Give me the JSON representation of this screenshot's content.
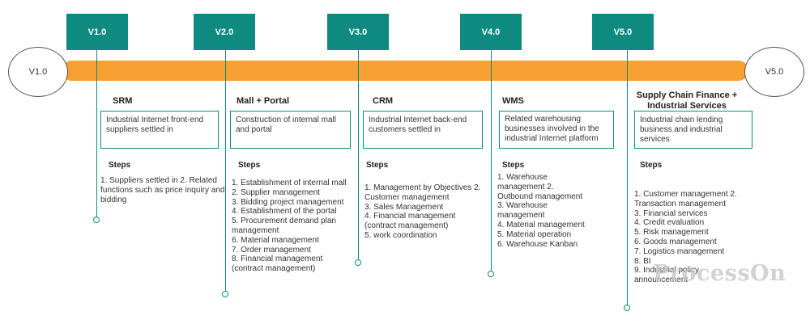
{
  "versions": [
    {
      "label": "V1.0",
      "title": "SRM",
      "description": "Industrial Internet front-end suppliers settled in",
      "steps_label": "Steps",
      "steps": [
        "1. Suppliers settled in 2. Related",
        "functions such as price inquiry and",
        "bidding"
      ]
    },
    {
      "label": "V2.0",
      "title": "Mall + Portal",
      "description": "Construction of internal mall and portal",
      "steps_label": "Steps",
      "steps": [
        "1. Establishment of internal mall",
        "2. Supplier management",
        "3. Bidding project management",
        "4. Establishment of the portal",
        "5. Procurement demand plan",
        "management",
        "6. Material management",
        "7. Order management",
        "8. Financial management",
        "(contract management)"
      ]
    },
    {
      "label": "V3.0",
      "title": "CRM",
      "description": "Industrial Internet back-end customers settled in",
      "steps_label": "Steps",
      "steps": [
        "1. Management by Objectives 2.",
        "Customer management",
        "3. Sales Management",
        "4. Financial management",
        "(contract management)",
        "5. work coordination"
      ]
    },
    {
      "label": "V4.0",
      "title": "WMS",
      "description": "Related warehousing businesses involved in the industrial Internet platform",
      "steps_label": "Steps",
      "steps": [
        "1. Warehouse",
        "management 2.",
        "Outbound management",
        "3. Warehouse",
        "management",
        "4. Material management",
        "5. Material operation",
        "6. Warehouse Kanban"
      ]
    },
    {
      "label": "V5.0",
      "title_lines": [
        "Supply Chain Finance +",
        "Industrial Services"
      ],
      "description": "Industrial chain lending business and industrial services",
      "steps_label": "Steps",
      "steps": [
        "1. Customer management 2.",
        "Transaction management",
        "3. Financial services",
        "4. Credit evaluation",
        "5. Risk management",
        "6. Goods management",
        "7. Logistics management",
        "8. BI",
        "9. Industrial policy",
        "announcement"
      ]
    }
  ],
  "endpoints": {
    "start": "V1.0",
    "end": "V5.0"
  },
  "watermark": "ProcessOn",
  "colors": {
    "teal": "#0e8a80",
    "orange": "#f6a032",
    "text": "#333333"
  }
}
